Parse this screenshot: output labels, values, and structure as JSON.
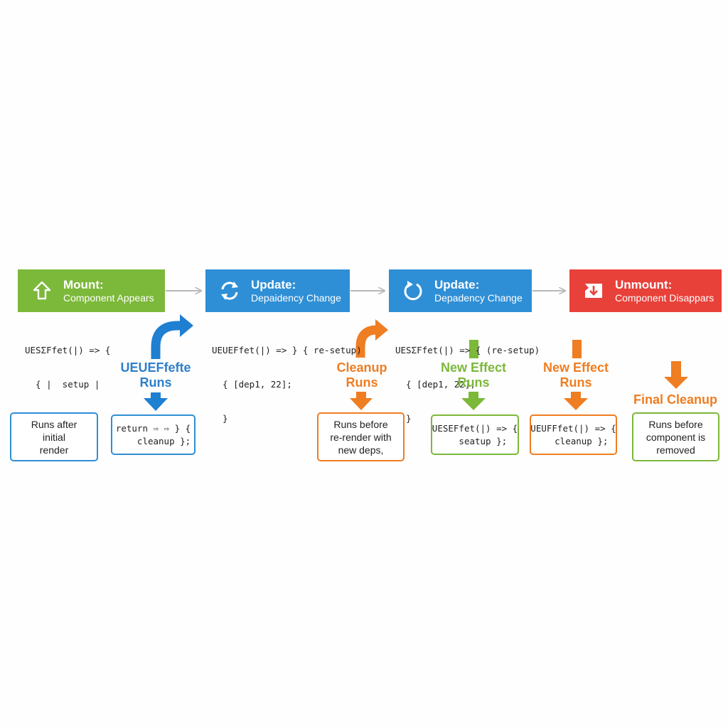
{
  "colors": {
    "green": "#7cb83a",
    "blue": "#2f8fd6",
    "orange": "#ef7d22",
    "red": "#e8413a",
    "connector": "#b8b8b8"
  },
  "stages": [
    {
      "title": "Mount:",
      "subtitle": "Component Appears",
      "icon": "arrow-up-icon",
      "color": "#7cb83a"
    },
    {
      "title": "Update:",
      "subtitle": "Depaidency Change",
      "icon": "refresh-icon",
      "color": "#2f8fd6"
    },
    {
      "title": "Update:",
      "subtitle": "Depadency Change",
      "icon": "restart-icon",
      "color": "#2f8fd6"
    },
    {
      "title": "Unmount:",
      "subtitle": "Component Disappars",
      "icon": "unmount-icon",
      "color": "#e8413a"
    }
  ],
  "code_snippets": [
    {
      "lines": [
        "UESΣFfet(|) => {",
        "  { |  setup |",
        "  }"
      ]
    },
    {
      "lines": [
        "UEUEFfet(|) => } { re-setup)",
        "  { [dep1, 22];",
        "  }"
      ]
    },
    {
      "lines": [
        "UESΣFfet(|) => { (re-setup)",
        "  { [dep1, 22];",
        "  }"
      ]
    }
  ],
  "flow_labels": [
    {
      "lines": [
        "UEUEFfefte",
        "Runs"
      ],
      "color": "#2f7fc8"
    },
    {
      "lines": [
        "Cleanup",
        "Runs"
      ],
      "color": "#ef7d22"
    },
    {
      "lines": [
        "New Effect",
        "Runs"
      ],
      "color": "#7cb83a"
    },
    {
      "lines": [
        "New Effect",
        "Runs"
      ],
      "color": "#ef7d22"
    },
    {
      "lines": [
        "Final Cleanup"
      ],
      "color": "#ef7d22"
    }
  ],
  "boxes": [
    {
      "lines": [
        "Runs after",
        "initial",
        "render"
      ],
      "color": "#2f8fd6",
      "mono": false
    },
    {
      "lines": [
        "return ⇨ ⇨ } {",
        "    cleanup };"
      ],
      "color": "#2f8fd6",
      "mono": true
    },
    {
      "lines": [
        "Runs before",
        "re-render with",
        "new deps,"
      ],
      "color": "#ef7d22",
      "mono": false
    },
    {
      "lines": [
        "UESEFfet(|) => {",
        "   seatup };"
      ],
      "color": "#7cb83a",
      "mono": true
    },
    {
      "lines": [
        "UEUFFfet(|) => {",
        "   cleanup };"
      ],
      "color": "#ef7d22",
      "mono": true
    },
    {
      "lines": [
        "Runs before",
        "component is",
        "removed"
      ],
      "color": "#7cb83a",
      "mono": false
    }
  ]
}
